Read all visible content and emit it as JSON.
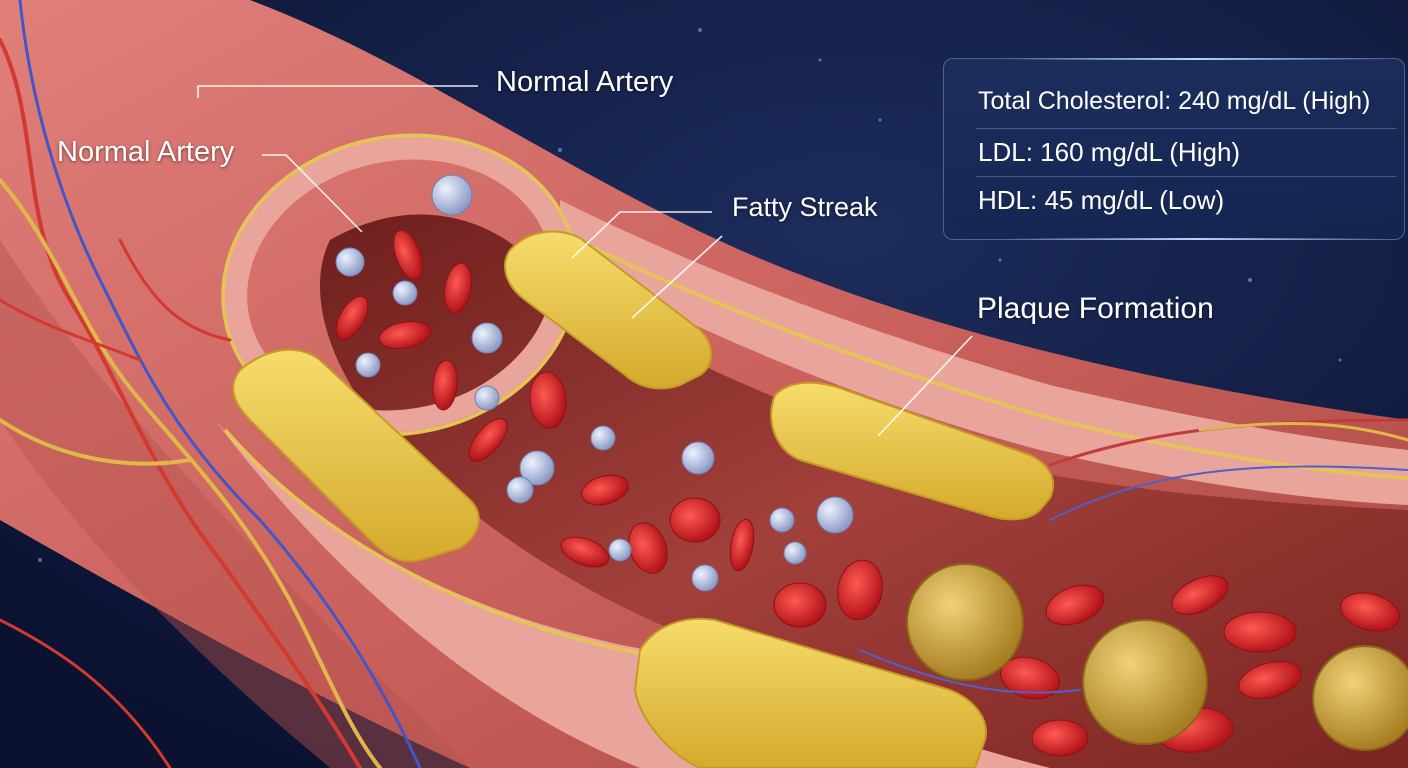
{
  "labels": {
    "normal_artery_top": "Normal Artery",
    "normal_artery_left": "Normal Artery",
    "fatty_streak": "Fatty Streak",
    "plaque_formation": "Plaque Formation"
  },
  "info_panel": {
    "total_cholesterol": "Total Cholesterol: 240 mg/dL (High)",
    "ldl": "LDL: 160 mg/dL (High)",
    "hdl": "HDL: 45 mg/dL (Low)"
  },
  "colors": {
    "background": "#0f1a3c",
    "artery_wall": "#cf6a66",
    "lumen": "#8a2a28",
    "fatty_deposit": "#e9c84a",
    "red_blood_cell": "#d8262a",
    "cholesterol_particle": "#b6c2e2",
    "plaque_sphere": "#d4ad48",
    "label_text": "#ffffff"
  }
}
